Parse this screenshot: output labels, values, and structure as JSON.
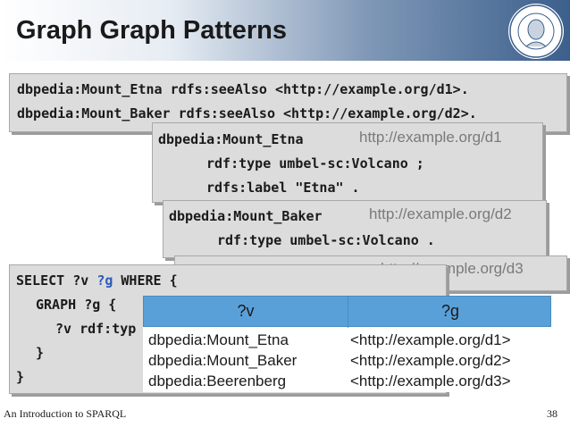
{
  "title": "Graph Graph Patterns",
  "triples": [
    "dbpedia:Mount_Etna rdfs:seeAlso <http://example.org/d1>.",
    "dbpedia:Mount_Baker rdfs:seeAlso <http://example.org/d2>."
  ],
  "graph_d1": {
    "url": "http://example.org/d1",
    "lines": [
      "dbpedia:Mount_Etna",
      "rdf:type umbel-sc:Volcano ;",
      "rdfs:label \"Etna\" ."
    ]
  },
  "graph_d2": {
    "url": "http://example.org/d2",
    "lines": [
      "dbpedia:Mount_Baker",
      "rdf:type umbel-sc:Volcano ."
    ]
  },
  "graph_d3": {
    "url": "http://example.org/d3"
  },
  "query": {
    "line1_select": "SELECT ?v",
    "line1_var": "?g",
    "line1_where": "WHERE {",
    "line2_graph": "GRAPH",
    "line2_var": "?g",
    "line2_brace": "{",
    "line3": "?v rdf:typ",
    "line4": "}",
    "line5": "}"
  },
  "results": {
    "headers": [
      "?v",
      "?g"
    ],
    "rows": [
      [
        "dbpedia:Mount_Etna",
        "<http://example.org/d1>"
      ],
      [
        "dbpedia:Mount_Baker",
        "<http://example.org/d2>"
      ],
      [
        "dbpedia:Beerenberg",
        "<http://example.org/d3>"
      ]
    ]
  },
  "footer": {
    "left": "An Introduction to SPARQL",
    "page": "38"
  },
  "colors": {
    "box_bg": "#dcdcdc",
    "table_header": "#5aa0d8",
    "variable": "#2d5bb8"
  }
}
